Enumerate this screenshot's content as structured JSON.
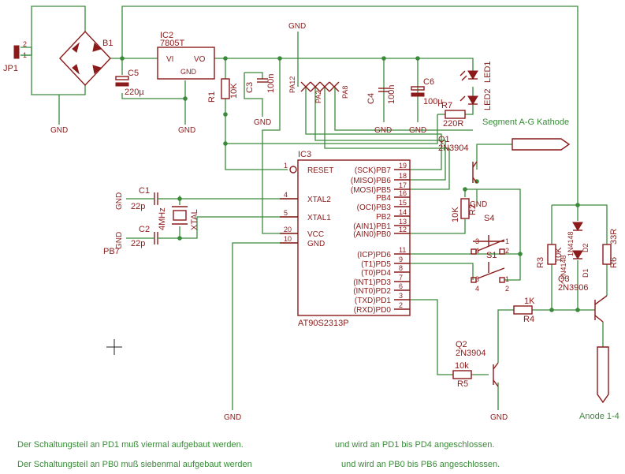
{
  "components": {
    "jp1": "JP1",
    "b1": "B1",
    "ic2": "IC2",
    "ic2_type": "7805T",
    "vi": "VI",
    "vo": "VO",
    "gnd_pin": "GND",
    "c5": "C5",
    "c5_val": "220µ",
    "r1": "R1",
    "r1_val": "10K",
    "c3": "C3",
    "c3_val": "100n",
    "c4": "C4",
    "c4_val": "100n",
    "c6": "C6",
    "c6_val": "100µ",
    "r7": "R7",
    "r7_val": "220R",
    "led1": "LED1",
    "led2": "LED2",
    "q1": "Q1",
    "q1_type": "2N3904",
    "q2": "Q2",
    "q2_type": "2N3904",
    "q3": "Q3",
    "q3_type": "2N3906",
    "ic3": "IC3",
    "ic3_type": "AT90S2313P",
    "c1": "C1",
    "c1_val": "22p",
    "c2": "C2",
    "c2_val": "22p",
    "xtal": "XTAL",
    "xtal_val": "4MHz",
    "r2_val": "10K",
    "r2": "R2",
    "s1": "S1",
    "s4": "S4",
    "r3": "R3",
    "r3_val": "10K",
    "r4": "R4",
    "r4_val": "1K",
    "r5": "R5",
    "r5_val": "10k",
    "r6": "R6",
    "r6_val": "33R",
    "d1": "D1",
    "d1_type": "1N4148",
    "d2": "D2",
    "d2_type": "1N4148",
    "gnd": "GND",
    "pb7": "PB7",
    "pa12": "PA12",
    "pa2": "PA2",
    "pa8": "PA8"
  },
  "ic3_pins": {
    "left": [
      {
        "name": "RESET",
        "num": "1"
      },
      {
        "name": "XTAL2",
        "num": "4"
      },
      {
        "name": "XTAL1",
        "num": "5"
      },
      {
        "name": "VCC",
        "num": "20"
      },
      {
        "name": "GND",
        "num": "10"
      }
    ],
    "right": [
      {
        "name": "(SCK)PB7",
        "num": "19"
      },
      {
        "name": "(MISO)PB6",
        "num": "18"
      },
      {
        "name": "(MOSI)PB5",
        "num": "17"
      },
      {
        "name": "PB4",
        "num": "16"
      },
      {
        "name": "(OCI)PB3",
        "num": "15"
      },
      {
        "name": "PB2",
        "num": "14"
      },
      {
        "name": "(AIN1)PB1",
        "num": "13"
      },
      {
        "name": "(AIN0)PB0",
        "num": "12"
      },
      {
        "name": "(ICP)PD6",
        "num": "11"
      },
      {
        "name": "(T1)PD5",
        "num": "9"
      },
      {
        "name": "(T0)PD4",
        "num": "8"
      },
      {
        "name": "(INT1)PD3",
        "num": "7"
      },
      {
        "name": "(INT0)PD2",
        "num": "6"
      },
      {
        "name": "(TXD)PD1",
        "num": "3"
      },
      {
        "name": "(RXD)PD0",
        "num": "2"
      }
    ]
  },
  "labels": {
    "segment": "Segment A-G Kathode",
    "anode": "Anode 1-4"
  },
  "notes": {
    "line1a": "Der Schaltungsteil an PD1 muß viermal aufgebaut werden.",
    "line1b": "und wird an PD1 bis PD4 angeschlossen.",
    "line2a": "Der Schaltungsteil an PB0 muß siebenmal aufgebaut werden",
    "line2b": "und wird an PB0 bis PB6 angeschlossen."
  }
}
